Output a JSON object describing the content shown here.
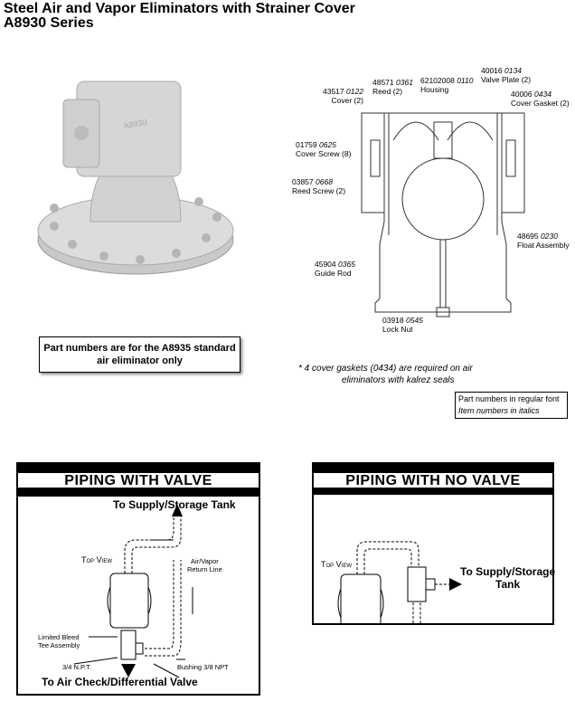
{
  "title": {
    "line1": "Steel Air and Vapor Eliminators with Strainer Cover",
    "line2": "A8930 Series"
  },
  "product_photo": {
    "casting_text": "A8930"
  },
  "callouts": [
    {
      "part": "43517",
      "item": "0122",
      "name": "Cover (2)"
    },
    {
      "part": "48571",
      "item": "0361",
      "name": "Reed (2)"
    },
    {
      "part": "62102008",
      "item": "0110",
      "name": "Housing"
    },
    {
      "part": "40016",
      "item": "0134",
      "name": "Valve Plate (2)"
    },
    {
      "part": "40006",
      "item": "0434",
      "name": "Cover Gasket (2)"
    },
    {
      "part": "01759",
      "item": "0625",
      "name": "Cover Screw (8)"
    },
    {
      "part": "03857",
      "item": "0668",
      "name": "Reed Screw (2)"
    },
    {
      "part": "48695",
      "item": "0230",
      "name": "Float Assembly"
    },
    {
      "part": "45904",
      "item": "0365",
      "name": "Guide Rod"
    },
    {
      "part": "03918",
      "item": "0545",
      "name": "Lock Nut"
    }
  ],
  "part_note": {
    "line1": "Part numbers are for the A8935 standard",
    "line2": "air eliminator only"
  },
  "gasket_note": {
    "line1": "* 4 cover gaskets (0434) are required on air",
    "line2": "eliminators with kalrez seals"
  },
  "legend": {
    "regular": "Part numbers in regular font",
    "italic": "Item numbers in italics"
  },
  "piping_valve": {
    "title": "PIPING WITH VALVE",
    "supply": "To Supply/Storage Tank",
    "top_view": "Top View",
    "return1": "Air/Vapor",
    "return2": "Return Line",
    "bleed1": "Limited Bleed",
    "bleed2": "Tee Assembly",
    "npt": "3/4 N.P.T.",
    "bushing": "Bushing 3/8 NPT",
    "air_check": "To Air Check/Differential Valve"
  },
  "piping_no_valve": {
    "title": "PIPING WITH NO VALVE",
    "top_view": "Top View",
    "supply1": "To Supply/Storage",
    "supply2": "Tank"
  }
}
